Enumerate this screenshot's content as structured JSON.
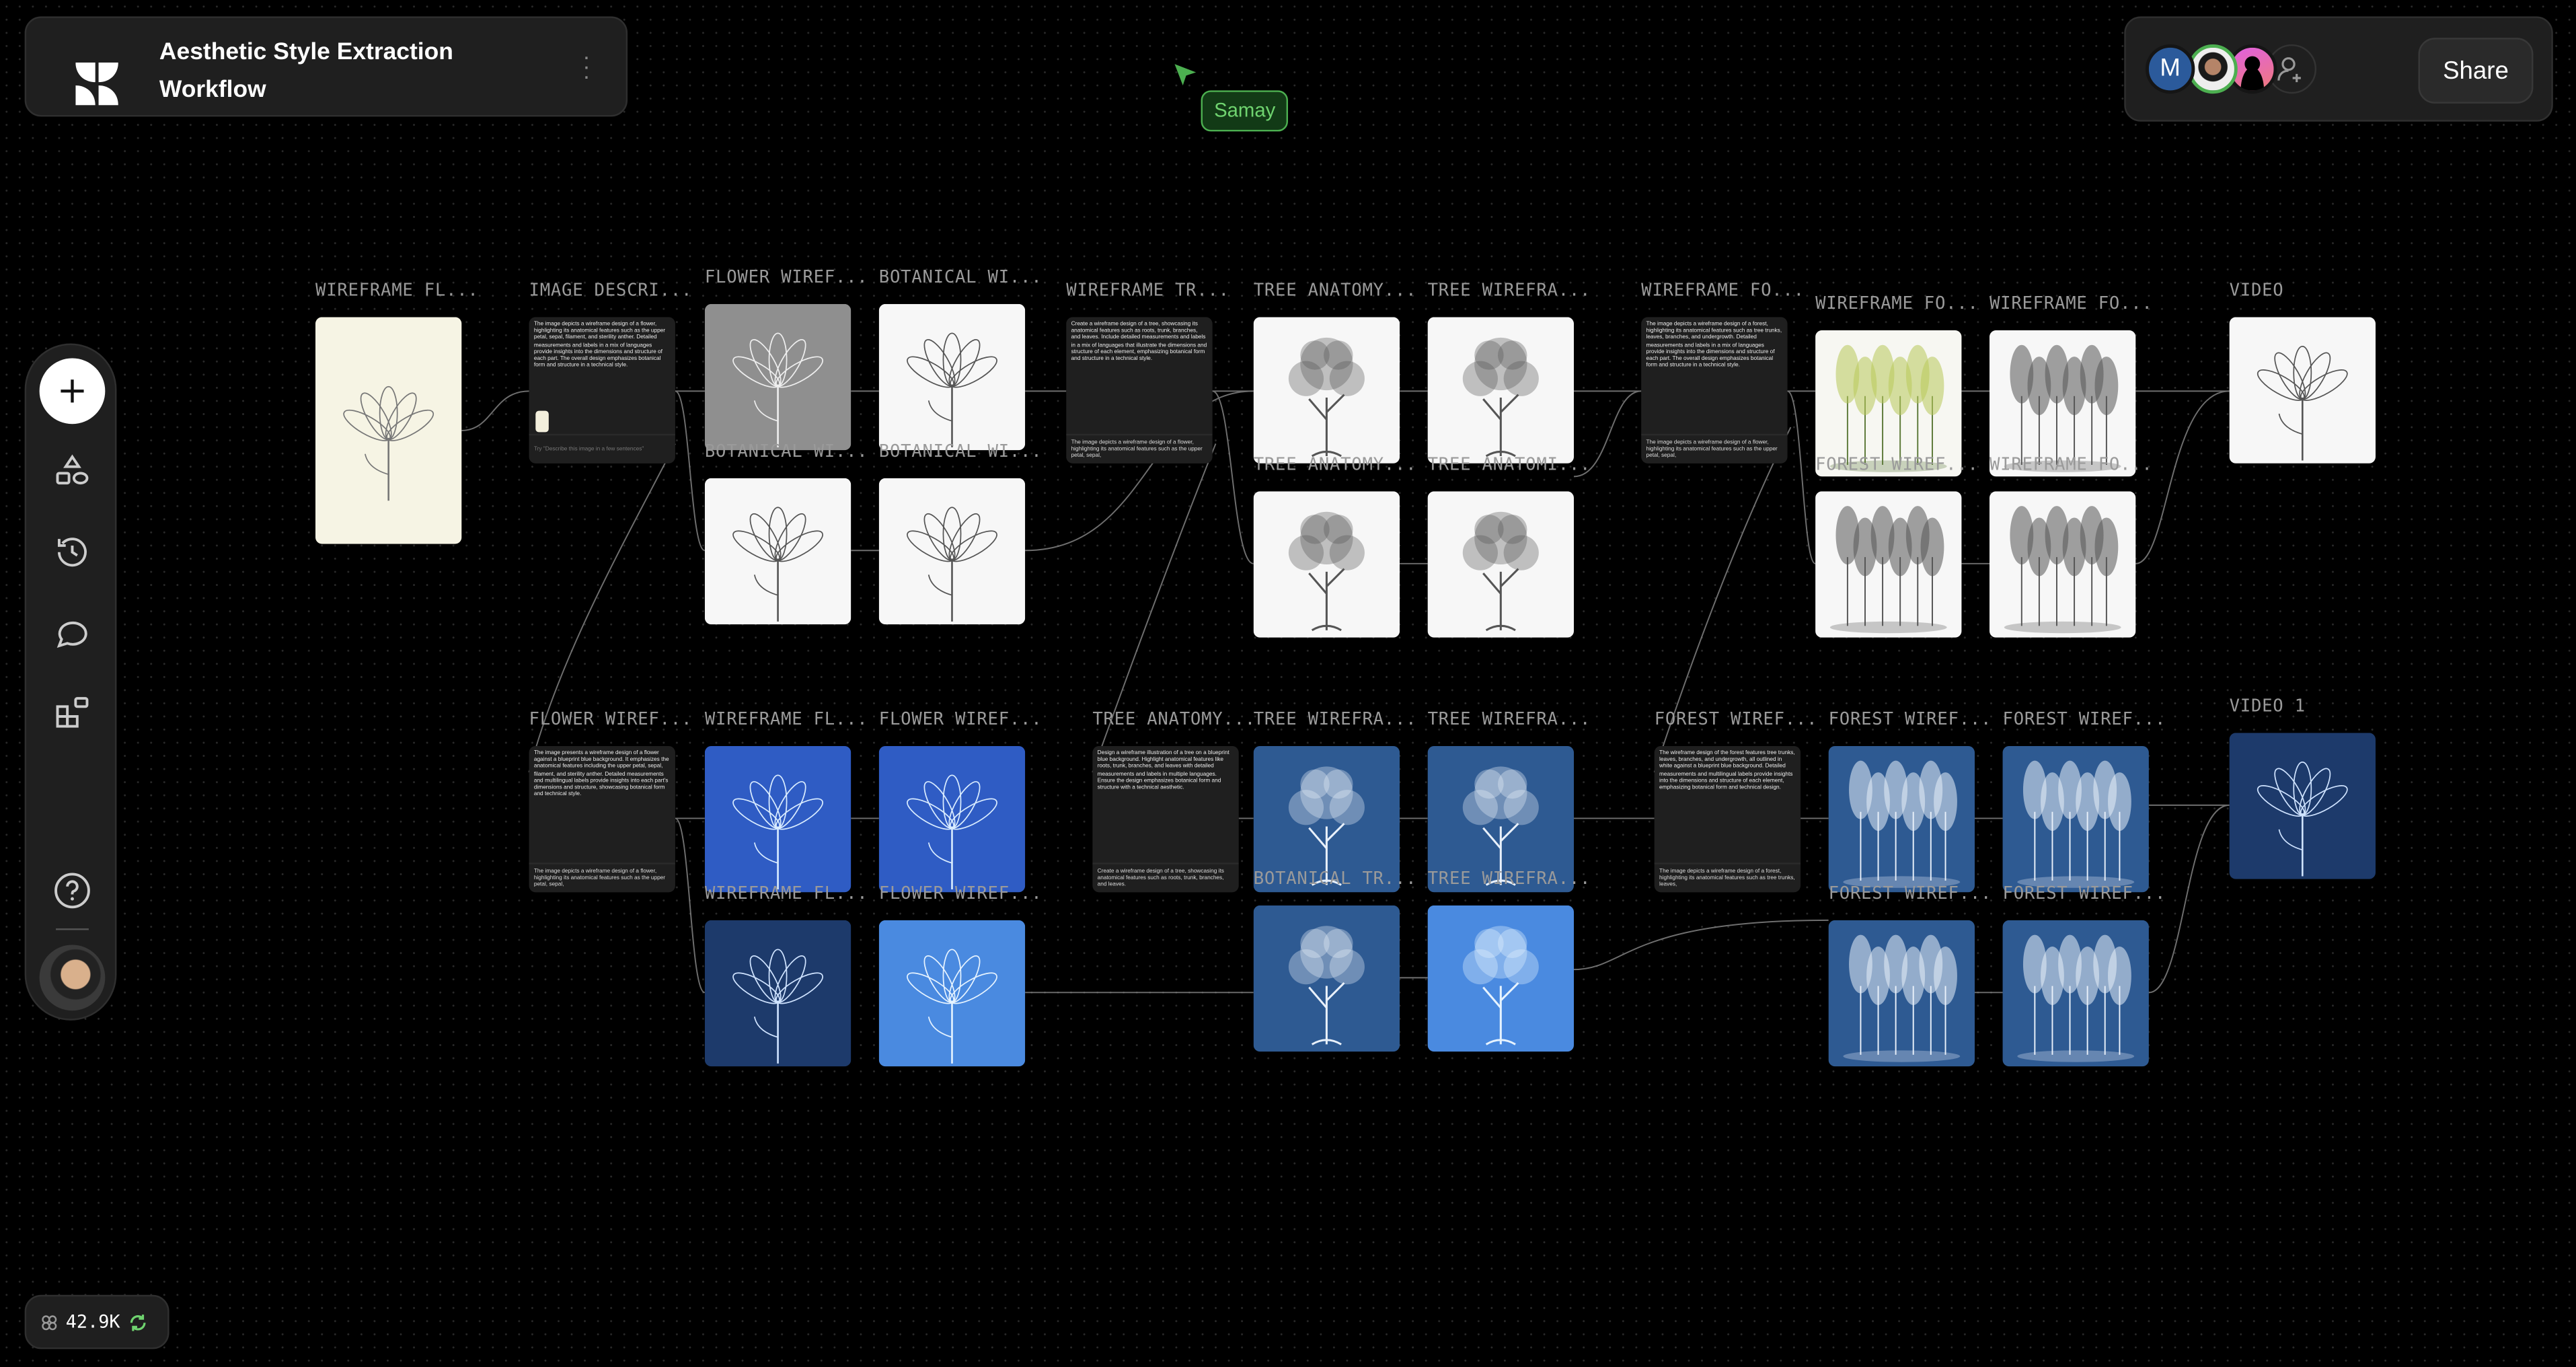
{
  "header": {
    "title": "Aesthetic Style Extraction Workflow",
    "logo_icon": "four-leaf-logo-icon",
    "menu_icon": "more-vertical-icon"
  },
  "collaborators": {
    "avatars": [
      {
        "initial": "M",
        "color": "#2b5a9b"
      },
      {
        "kind": "photo",
        "ring": "#4caf50"
      },
      {
        "kind": "placeholder",
        "color": "#e060e0"
      }
    ],
    "add_icon": "add-user-icon",
    "share_label": "Share"
  },
  "cursor": {
    "name": "Samay",
    "color": "#4caf50"
  },
  "sidebar": {
    "items": [
      "add-icon",
      "shapes-icon",
      "history-icon",
      "comment-icon",
      "apps-icon",
      "help-icon"
    ]
  },
  "credits": {
    "value": "42.9K",
    "icon": "credits-icon",
    "refresh_icon": "refresh-icon",
    "refresh_color": "#6fd36f"
  },
  "nodes": [
    {
      "label": "WIREFRAME FL...",
      "type": "image",
      "subject": "flower",
      "palette": "cream"
    },
    {
      "label": "IMAGE DESCRI...",
      "type": "text",
      "body": "The image depicts a wireframe design of a flower, highlighting its anatomical features such as the upper petal, sepal, filament, and sterility anther. Detailed measurements and labels in a mix of languages provide insights into the dimensions and structure of each part. The overall design emphasizes botanical form and structure in a technical style.",
      "placeholder": "Try \"Describe this image in a few sentences\""
    },
    {
      "label": "FLOWER WIREF...",
      "type": "image",
      "subject": "flower",
      "palette": "gray"
    },
    {
      "label": "BOTANICAL WI...",
      "type": "image",
      "subject": "flower",
      "palette": "white"
    },
    {
      "label": "BOTANICAL WI...",
      "type": "image",
      "subject": "flower",
      "palette": "white"
    },
    {
      "label": "BOTANICAL WI...",
      "type": "image",
      "subject": "flower",
      "palette": "white"
    },
    {
      "label": "WIREFRAME TR...",
      "type": "text",
      "body": "Create a wireframe design of a tree, showcasing its anatomical features such as roots, trunk, branches, and leaves. Include detailed measurements and labels in a mix of languages that illustrate the dimensions and structure of each element, emphasizing botanical form and structure in a technical style.",
      "footer": "The image depicts a wireframe design of a flower, highlighting its anatomical features such as the upper petal, sepal,"
    },
    {
      "label": "TREE ANATOMY...",
      "type": "image",
      "subject": "tree",
      "palette": "white"
    },
    {
      "label": "TREE WIREFRA...",
      "type": "image",
      "subject": "tree",
      "palette": "white"
    },
    {
      "label": "TREE ANATOMY...",
      "type": "image",
      "subject": "tree",
      "palette": "white"
    },
    {
      "label": "TREE ANATOMI...",
      "type": "image",
      "subject": "tree",
      "palette": "white"
    },
    {
      "label": "WIREFRAME FO...",
      "type": "text",
      "body": "The image depicts a wireframe design of a forest, highlighting its anatomical features such as tree trunks, leaves, branches, and undergrowth. Detailed measurements and labels in a mix of languages provide insights into the dimensions and structure of each part. The overall design emphasizes botanical form and structure in a technical style.",
      "footer": "The image depicts a wireframe design of a flower, highlighting its anatomical features such as the upper petal, sepal,"
    },
    {
      "label": "WIREFRAME FO...",
      "type": "image",
      "subject": "forest",
      "palette": "color"
    },
    {
      "label": "WIREFRAME FO...",
      "type": "image",
      "subject": "forest",
      "palette": "white"
    },
    {
      "label": "FOREST WIREF...",
      "type": "image",
      "subject": "forest",
      "palette": "white"
    },
    {
      "label": "WIREFRAME FO...",
      "type": "image",
      "subject": "forest",
      "palette": "white"
    },
    {
      "label": "VIDEO",
      "type": "video",
      "subject": "flower",
      "palette": "white"
    },
    {
      "label": "FLOWER WIREF...",
      "type": "text",
      "body": "The image presents a wireframe design of a flower against a blueprint blue background. It emphasizes the anatomical features including the upper petal, sepal, filament, and sterility anther. Detailed measurements and multilingual labels provide insights into each part's dimensions and structure, showcasing botanical form and technical style.",
      "footer": "The image depicts a wireframe design of a flower, highlighting its anatomical features such as the upper petal, sepal,"
    },
    {
      "label": "WIREFRAME FL...",
      "type": "image",
      "subject": "flower",
      "palette": "blue"
    },
    {
      "label": "FLOWER WIREF...",
      "type": "image",
      "subject": "flower",
      "palette": "blue"
    },
    {
      "label": "WIREFRAME FL...",
      "type": "image",
      "subject": "flower",
      "palette": "navy"
    },
    {
      "label": "FLOWER WIREF...",
      "type": "image",
      "subject": "flower",
      "palette": "sky"
    },
    {
      "label": "TREE ANATOMY...",
      "type": "text",
      "body": "Design a wireframe illustration of a tree on a blueprint blue background. Highlight anatomical features like roots, trunk, branches, and leaves with detailed measurements and labels in multiple languages. Ensure the design emphasizes botanical form and structure with a technical aesthetic.",
      "footer": "Create a wireframe design of a tree, showcasing its anatomical features such as roots, trunk, branches, and leaves."
    },
    {
      "label": "TREE WIREFRA...",
      "type": "image",
      "subject": "tree",
      "palette": "steel"
    },
    {
      "label": "TREE WIREFRA...",
      "type": "image",
      "subject": "tree",
      "palette": "steel"
    },
    {
      "label": "BOTANICAL TR...",
      "type": "image",
      "subject": "tree",
      "palette": "steel"
    },
    {
      "label": "TREE WIREFRA...",
      "type": "image",
      "subject": "tree",
      "palette": "sky"
    },
    {
      "label": "FOREST WIREF...",
      "type": "text",
      "body": "The wireframe design of the forest features tree trunks, leaves, branches, and undergrowth, all outlined in white against a blueprint blue background. Detailed measurements and multilingual labels provide insights into the dimensions and structure of each element, emphasizing botanical form and technical design.",
      "footer": "The image depicts a wireframe design of a forest, highlighting its anatomical features such as tree trunks, leaves,"
    },
    {
      "label": "FOREST WIREF...",
      "type": "image",
      "subject": "forest",
      "palette": "steel"
    },
    {
      "label": "FOREST WIREF...",
      "type": "image",
      "subject": "forest",
      "palette": "steel"
    },
    {
      "label": "FOREST WIREF...",
      "type": "image",
      "subject": "forest",
      "palette": "steel"
    },
    {
      "label": "FOREST WIREF...",
      "type": "image",
      "subject": "forest",
      "palette": "steel"
    },
    {
      "label": "VIDEO 1",
      "type": "video",
      "subject": "flower",
      "palette": "navy"
    }
  ]
}
